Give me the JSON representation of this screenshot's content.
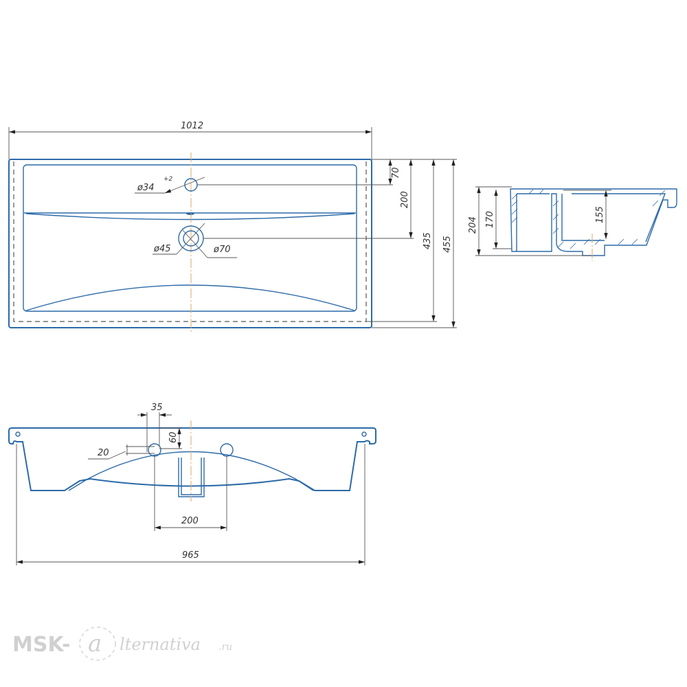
{
  "top_view": {
    "overall_width": "1012",
    "tap_hole": "ø34",
    "tap_hole_tolerance": "+2",
    "drain_inner": "ø45",
    "drain_outer": "ø70",
    "dim_70": "70",
    "dim_200": "200",
    "dim_435": "435",
    "dim_455": "455"
  },
  "section_view": {
    "dim_204": "204",
    "dim_170": "170",
    "dim_155": "155"
  },
  "front_view": {
    "dim_35": "35",
    "dim_60": "60",
    "dim_20": "20",
    "dim_200": "200",
    "dim_965": "965"
  },
  "watermark": {
    "brand": "MSK-",
    "brand_rest": "lternativa",
    "tld": ".ru"
  }
}
